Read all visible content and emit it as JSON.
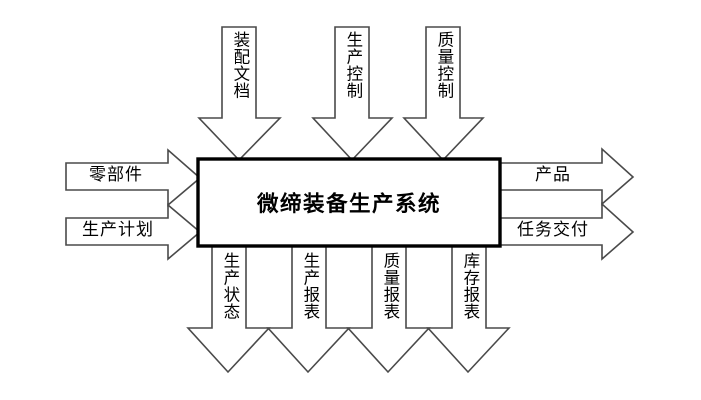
{
  "diagram": {
    "type": "idef0-context-diagram",
    "title_visible": false,
    "colors": {
      "background": "#ffffff",
      "box_stroke": "#000000",
      "arrow_stroke": "#4a4a4a",
      "fill": "#ffffff",
      "text": "#000000"
    },
    "center": {
      "label": "微缔装备生产系统"
    },
    "inputs": [
      {
        "label": "零部件"
      },
      {
        "label": "生产计划"
      }
    ],
    "controls": [
      {
        "label": "装配文档"
      },
      {
        "label": "生产控制"
      },
      {
        "label": "质量控制"
      }
    ],
    "outputs": [
      {
        "label": "产品"
      },
      {
        "label": "任务交付"
      }
    ],
    "mechanisms": [
      {
        "label": "生产状态"
      },
      {
        "label": "生产报表"
      },
      {
        "label": "质量报表"
      },
      {
        "label": "库存报表"
      }
    ]
  }
}
